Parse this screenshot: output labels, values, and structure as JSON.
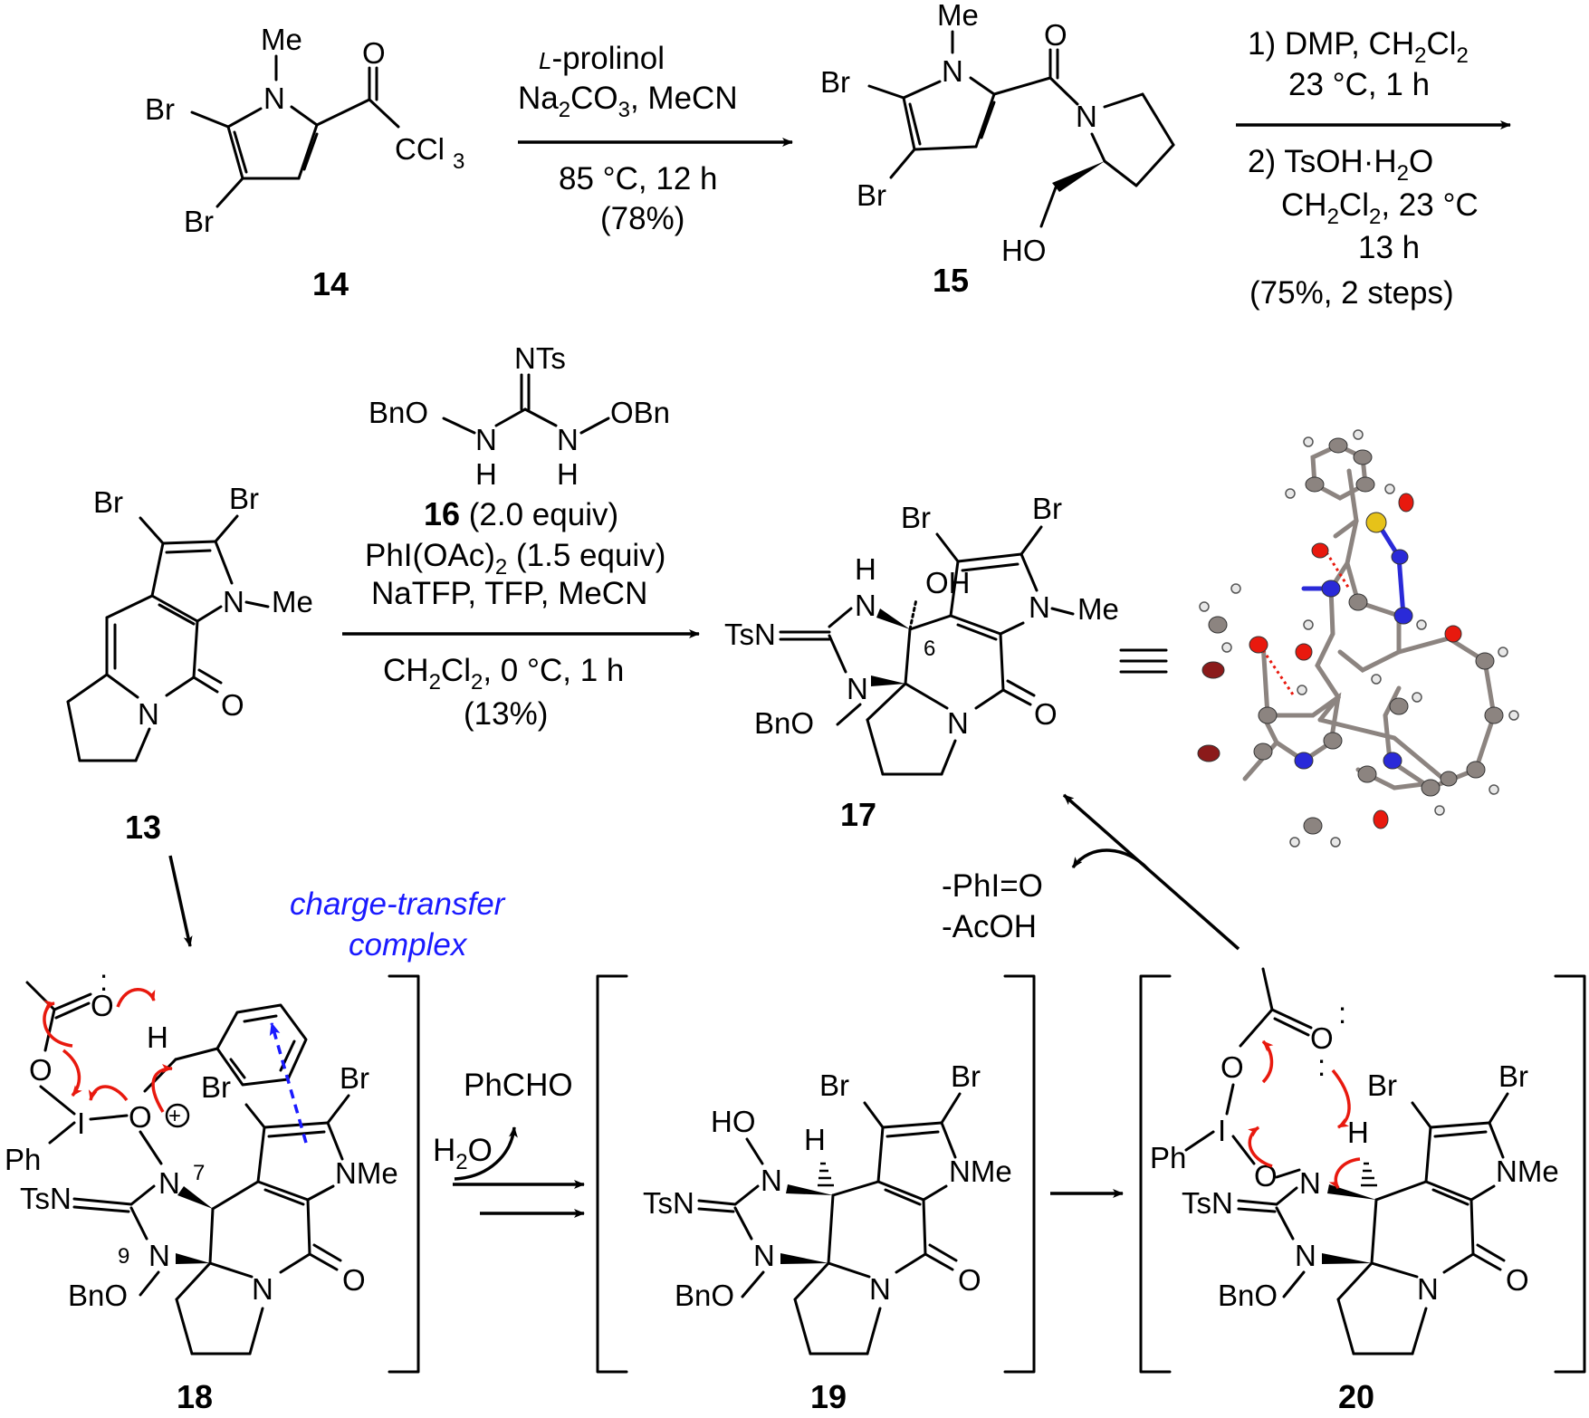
{
  "compounds": {
    "c14": "14",
    "c15": "15",
    "c13": "13",
    "c16": "16",
    "c17": "17",
    "c18": "18",
    "c19": "19",
    "c20": "20"
  },
  "atoms": {
    "Me": "Me",
    "Br": "Br",
    "O": "O",
    "N": "N",
    "H": "H",
    "HO": "HO",
    "OH": "OH",
    "CCl": "CCl",
    "sub3": "3",
    "NMe": "NMe",
    "TsN": "TsN",
    "BnO": "BnO",
    "NTs": "NTs",
    "OBn": "OBn",
    "Ph": "Ph",
    "I": "I",
    "plus": "+",
    "n6": "6",
    "n7": "7",
    "n9": "9",
    "lone": ":"
  },
  "step1": {
    "reagent1_prefix": "L",
    "reagent1": "-prolinol",
    "reagent2_a": "Na",
    "reagent2_sub1": "2",
    "reagent2_b": "CO",
    "reagent2_sub2": "3",
    "reagent2_c": ", MeCN",
    "conditions": "85 °C, 12 h",
    "yield": "(78%)"
  },
  "step2": {
    "line1_a": "1) DMP, CH",
    "line1_sub1": "2",
    "line1_b": "Cl",
    "line1_sub2": "2",
    "line2": "23 °C, 1 h",
    "line3": "2) TsOH·H",
    "line3_sub": "2",
    "line3_b": "O",
    "line4_a": "CH",
    "line4_sub1": "2",
    "line4_b": "Cl",
    "line4_sub2": "2",
    "line4_c": ", 23 °C",
    "line5": "13 h",
    "line6": "(75%, 2 steps)"
  },
  "step3": {
    "reagent16": " (2.0 equiv)",
    "reagent_b_a": "PhI(OAc)",
    "reagent_b_sub": "2",
    "reagent_b_c": " (1.5 equiv)",
    "reagent_c": "NaTFP, TFP, MeCN",
    "cond_a": "CH",
    "cond_sub1": "2",
    "cond_b": "Cl",
    "cond_sub2": "2",
    "cond_c": ", 0 °C, 1 h",
    "yield": "(13%)"
  },
  "mechanism": {
    "ct_line1": "charge-transfer",
    "ct_line2": "complex",
    "phcho": "PhCHO",
    "h2o_a": "H",
    "h2o_sub": "2",
    "h2o_b": "O",
    "loss1": "-PhI=O",
    "loss2": "-AcOH"
  },
  "colors": {
    "curly_arrow": "#e8190e",
    "charge_transfer": "#1a1aff",
    "oxygen": "#e8190e",
    "nitrogen": "#2a2ad8",
    "sulfur": "#e6c219",
    "bromine": "#8b1a1a",
    "carbon": "#8c8480",
    "hydrogen": "#e8e8e8"
  }
}
